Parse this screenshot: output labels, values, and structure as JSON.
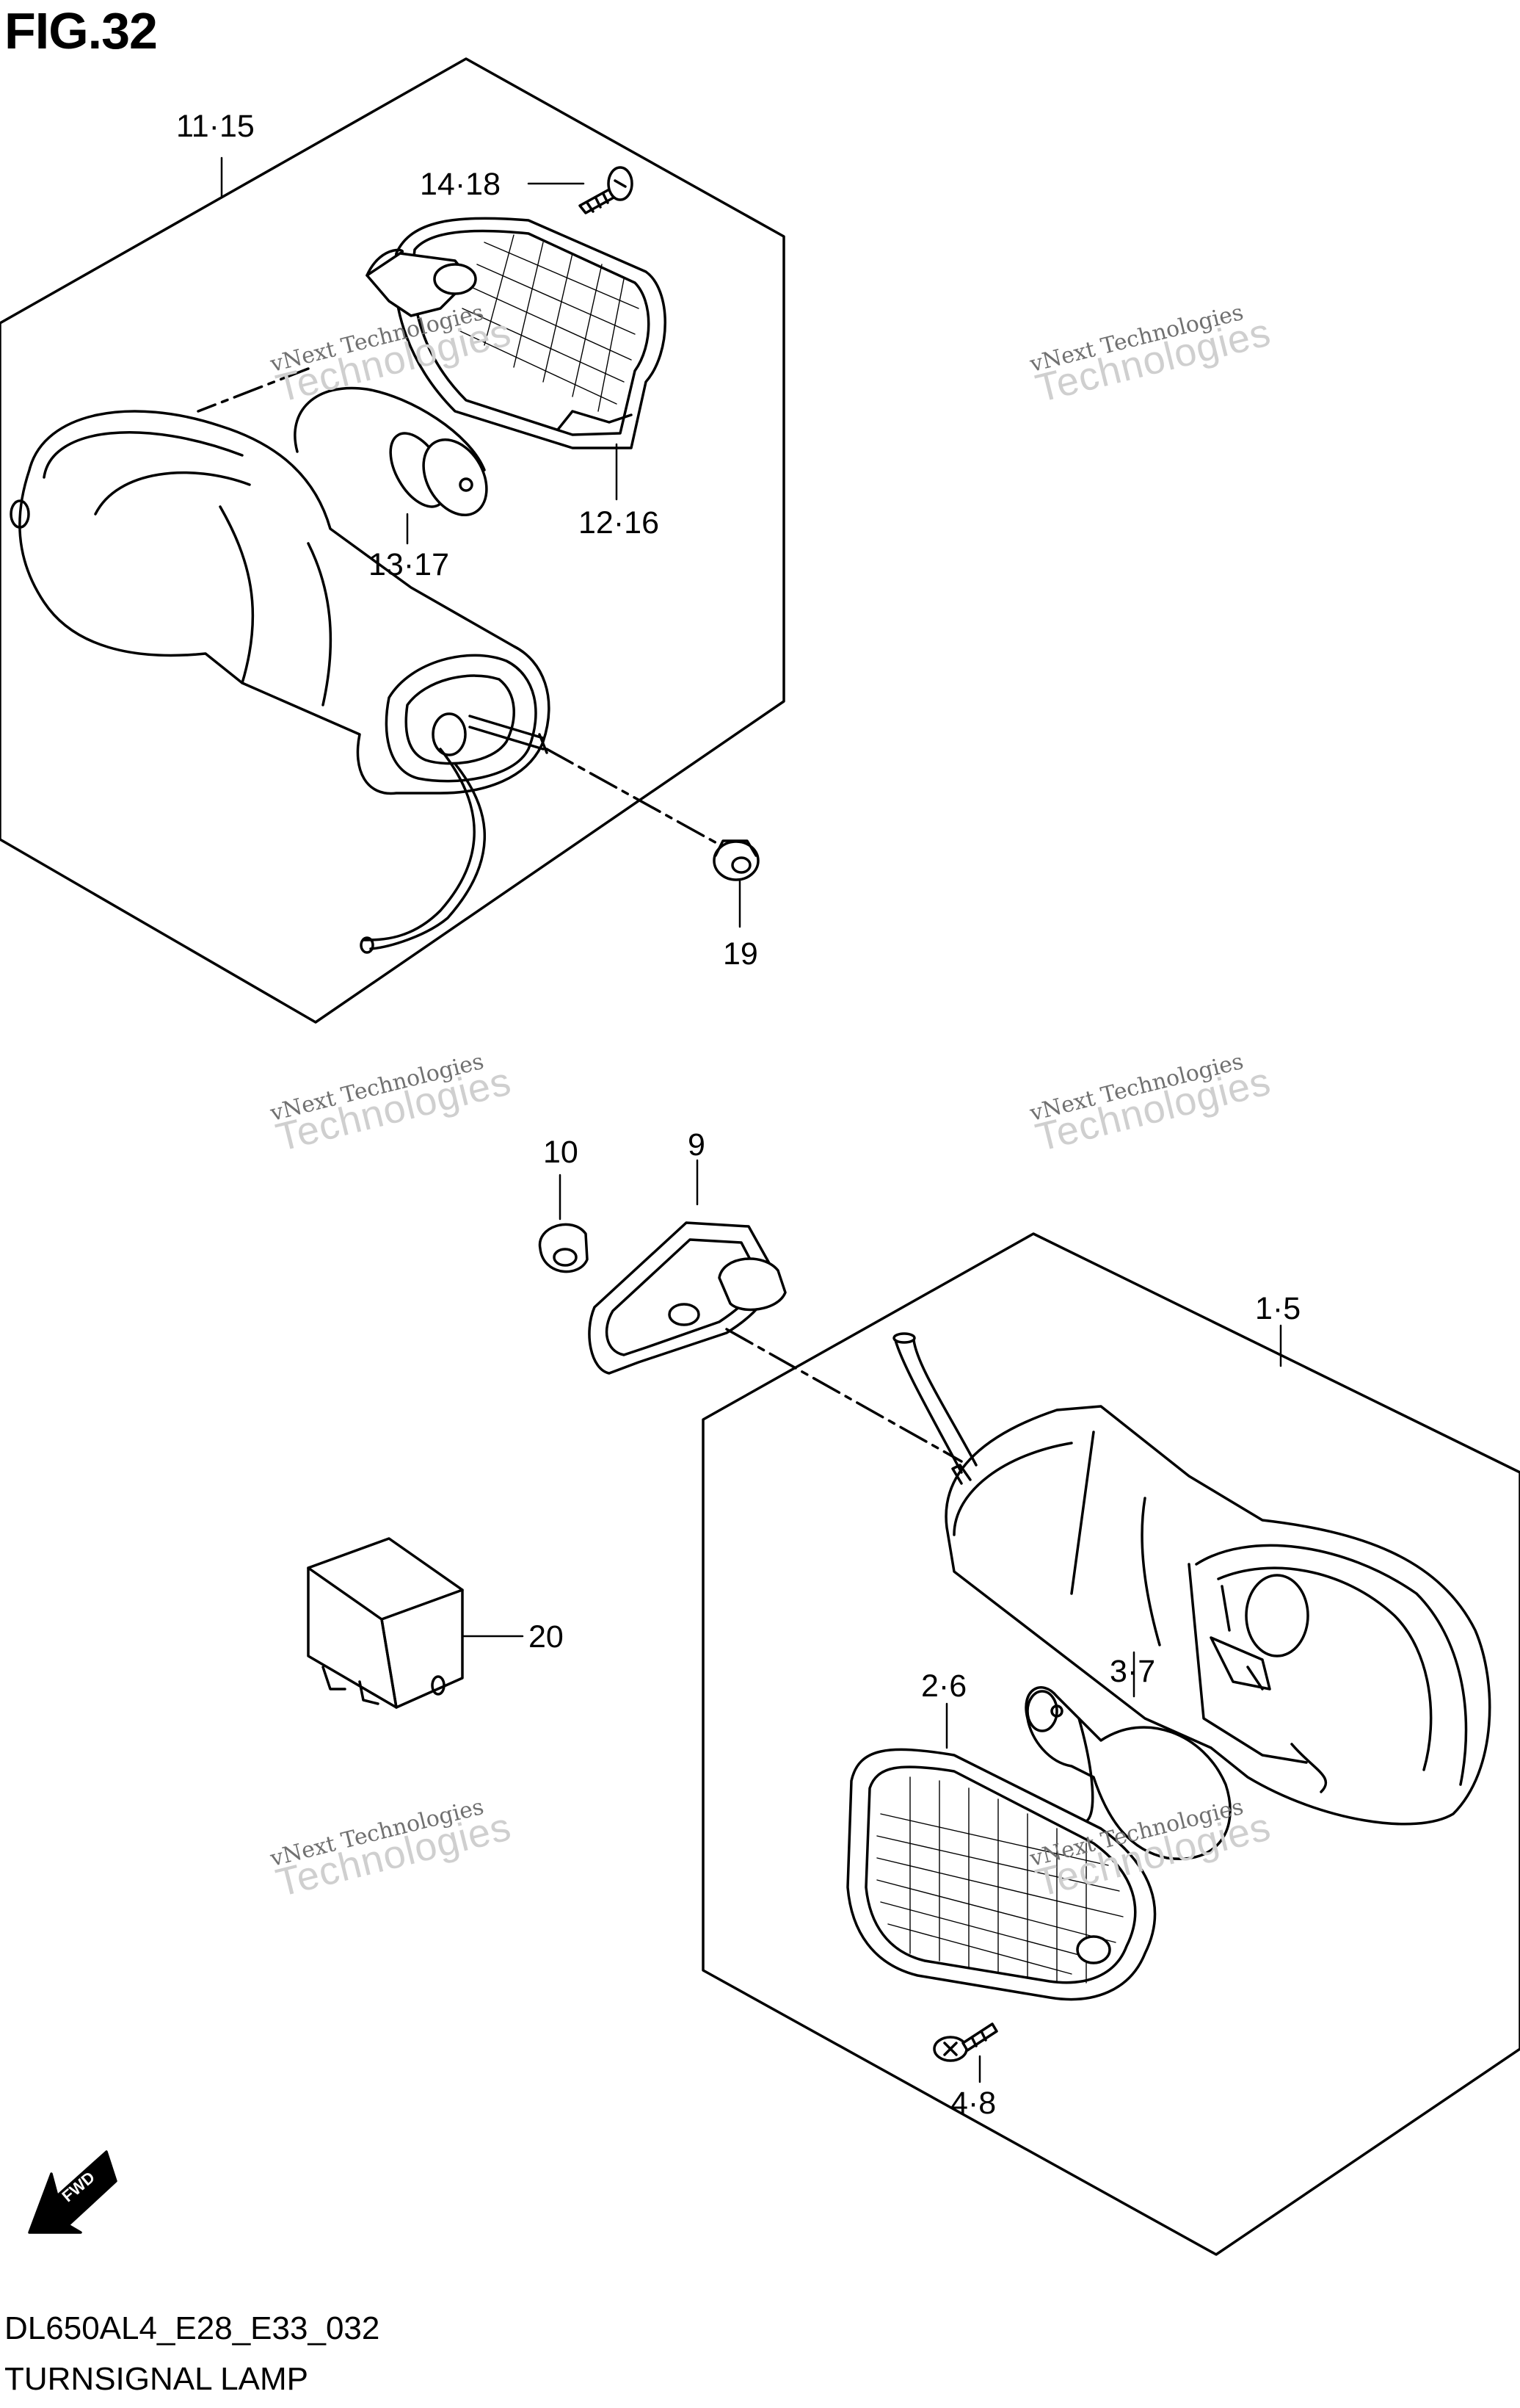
{
  "figure": {
    "title": "FIG.32",
    "code": "DL650AL4_E28_E33_032",
    "caption": "TURNSIGNAL LAMP"
  },
  "callouts": {
    "c_11_15": "11·15",
    "c_14_18": "14·18",
    "c_12_16": "12·16",
    "c_13_17": "13·17",
    "c_19": "19",
    "c_10": "10",
    "c_9": "9",
    "c_1_5": "1·5",
    "c_20": "20",
    "c_2_6": "2·6",
    "c_3_7": "3·7",
    "c_4_8": "4·8"
  },
  "watermark": {
    "line1": "vNext Technologies",
    "line2": "Technologies",
    "brand": "vNext"
  },
  "fwd_label": "FWD"
}
